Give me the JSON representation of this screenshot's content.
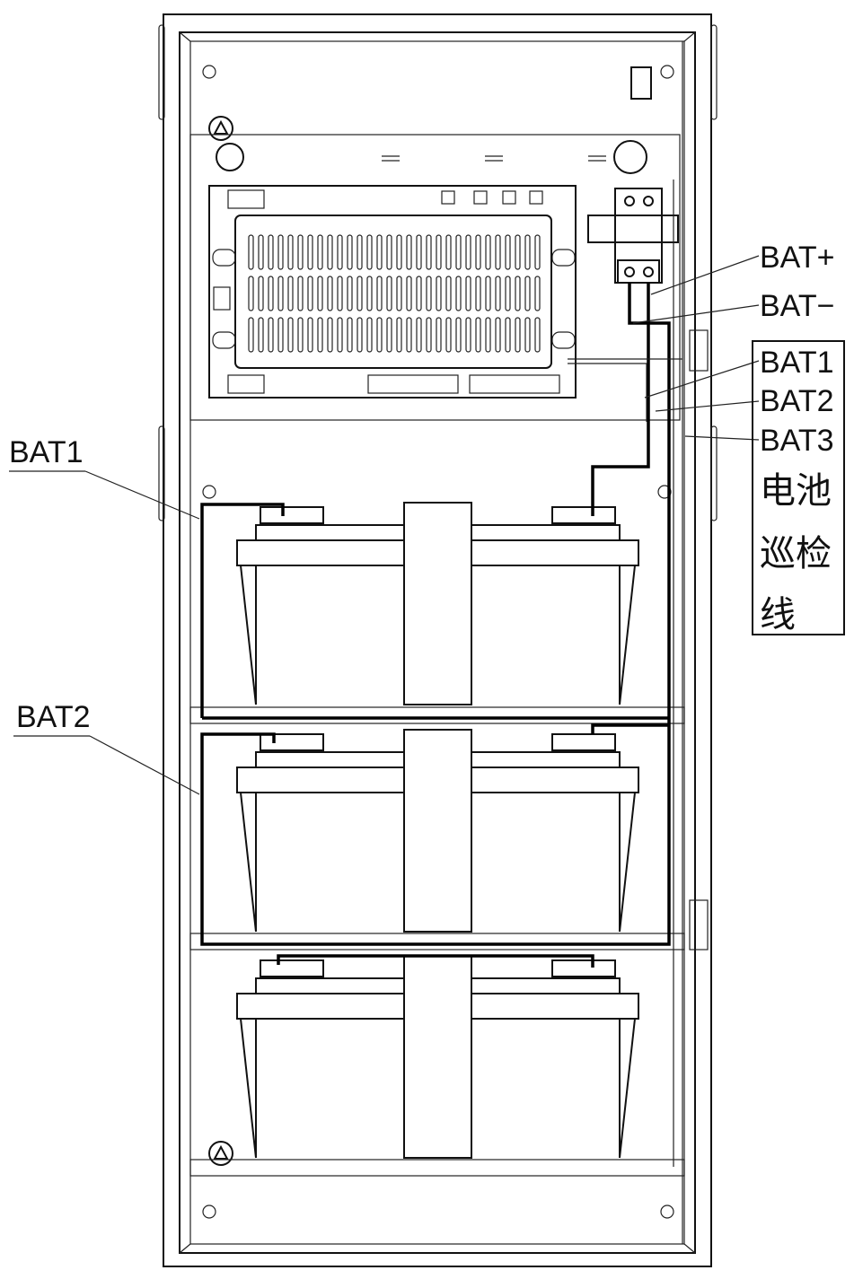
{
  "labels": {
    "bat_plus": "BAT+",
    "bat_minus": "BAT−",
    "bat1_right": "BAT1",
    "bat2_right": "BAT2",
    "bat3_right": "BAT3",
    "inspection_line": [
      "电池",
      "巡检",
      "线"
    ],
    "bat1_left": "BAT1",
    "bat2_left": "BAT2"
  },
  "batteries": [
    "battery-top",
    "battery-middle",
    "battery-bottom"
  ],
  "colors": {
    "line": "#111111",
    "background": "#ffffff"
  }
}
